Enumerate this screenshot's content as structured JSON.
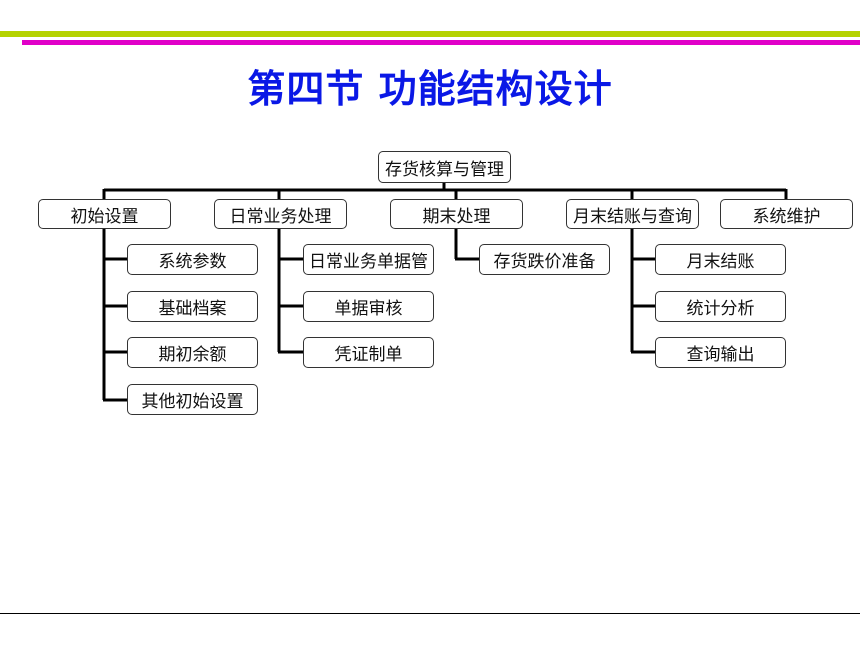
{
  "title": "第四节  功能结构设计",
  "root": "存货核算与管理",
  "categories": [
    {
      "label": "初始设置",
      "children": [
        "系统参数",
        "基础档案",
        "期初余额",
        "其他初始设置"
      ]
    },
    {
      "label": "日常业务处理",
      "children": [
        "日常业务单据管",
        "单据审核",
        "凭证制单"
      ]
    },
    {
      "label": "期末处理",
      "children": [
        "存货跌价准备"
      ]
    },
    {
      "label": "月末结账与查询",
      "children": [
        "月末结账",
        "统计分析",
        "查询输出"
      ]
    },
    {
      "label": "系统维护",
      "children": []
    }
  ]
}
